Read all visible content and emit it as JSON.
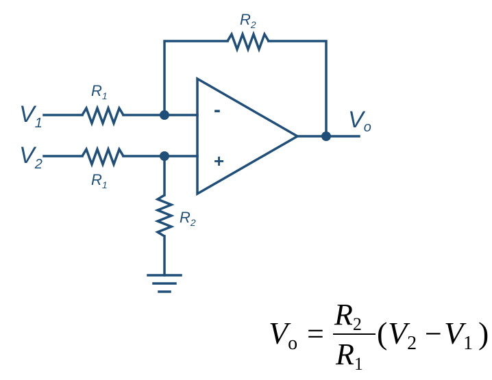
{
  "colors": {
    "circuit": "#1f4e79",
    "equation": "#000000"
  },
  "labels": {
    "r2_top": {
      "base": "R",
      "sub": "2"
    },
    "r1_top": {
      "base": "R",
      "sub": "1"
    },
    "r1_bottom": {
      "base": "R",
      "sub": "1"
    },
    "r2_ground": {
      "base": "R",
      "sub": "2"
    },
    "v1": {
      "base": "V",
      "sub": "1"
    },
    "v2": {
      "base": "V",
      "sub": "2"
    },
    "vo": {
      "base": "V",
      "sub": "o"
    }
  },
  "opamp": {
    "inverting_sign": "-",
    "noninverting_sign": "+"
  },
  "equation": {
    "lhs": {
      "base": "V",
      "sub": "o"
    },
    "equals": "=",
    "numerator": {
      "base": "R",
      "sub": "2"
    },
    "denominator": {
      "base": "R",
      "sub": "1"
    },
    "open_paren": "(",
    "term1": {
      "base": "V",
      "sub": "2"
    },
    "minus": "−",
    "term2": {
      "base": "V",
      "sub": "1"
    },
    "close_paren": ")"
  }
}
